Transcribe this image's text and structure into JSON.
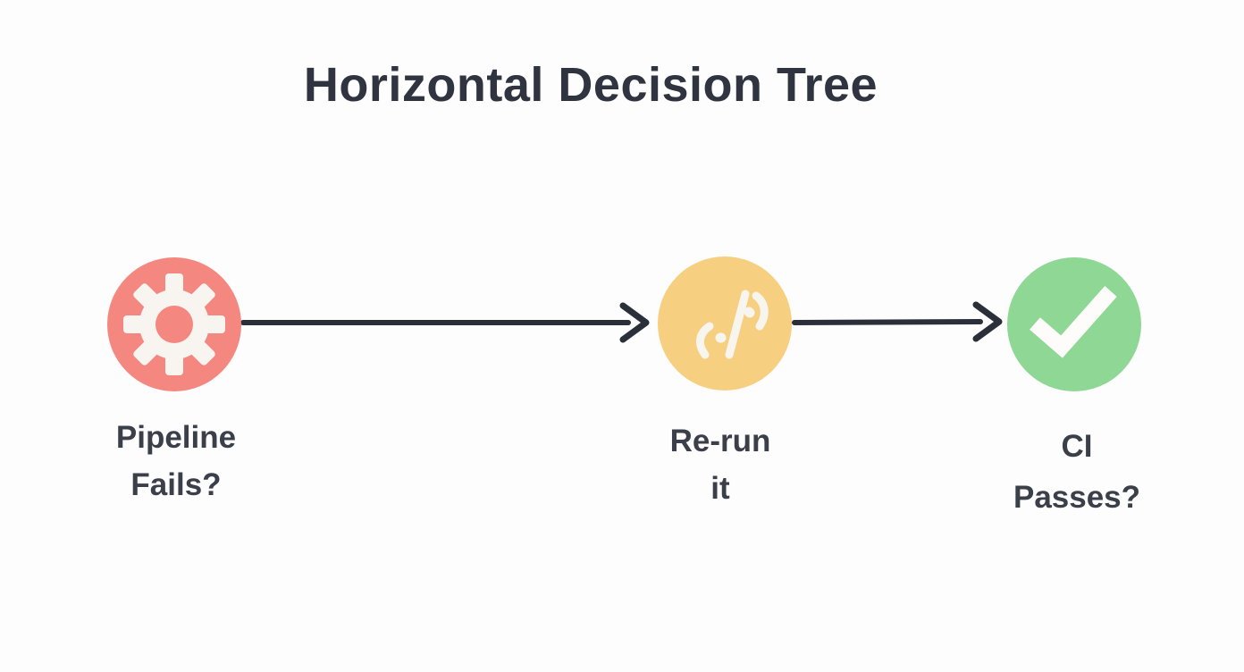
{
  "header": {
    "title": "Horizontal Decision Tree",
    "title_color": "#2f3440"
  },
  "nodes": [
    {
      "id": "pipeline-fails",
      "label": "Pipeline Fails?",
      "lines": [
        "Pipeline",
        "Fails?"
      ],
      "icon": "gear-icon",
      "color": "#f4877f",
      "icon_color": "#f8f5f1"
    },
    {
      "id": "re-run-it",
      "label": "Re-run it",
      "lines": [
        "Re-run",
        "it"
      ],
      "icon": "code-icon",
      "color": "#f7cf81",
      "icon_color": "#f8f4ee"
    },
    {
      "id": "ci-passes",
      "label": "CI Passes?",
      "lines": [
        "CI",
        "Passes?"
      ],
      "icon": "check-icon",
      "color": "#8fd794",
      "icon_color": "#fdfcfa"
    }
  ],
  "connectors": [
    {
      "from": "pipeline-fails",
      "to": "re-run-it"
    },
    {
      "from": "re-run-it",
      "to": "ci-passes"
    }
  ],
  "arrows": {
    "color": "#2b2f3a"
  },
  "label_color": "#3a3f4a",
  "background_color": "#fdfdfd"
}
